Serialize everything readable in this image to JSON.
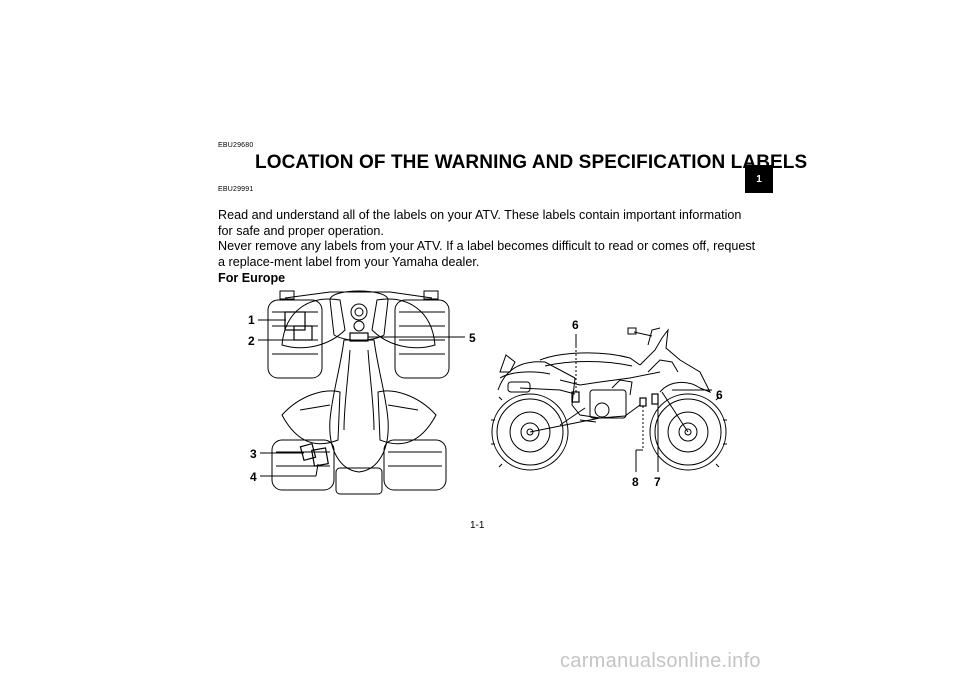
{
  "doc": {
    "code1": "EBU29680",
    "title": "LOCATION OF THE WARNING AND SPECIFICATION LABELS",
    "code2": "EBU29991",
    "para1": "Read and understand all of the labels on your ATV. These labels contain important information for safe and proper operation.",
    "para2": "Never remove any labels from your ATV. If a label becomes difficult to read or comes off, request a replace-ment label from your Yamaha dealer.",
    "subheading": "For Europe",
    "page_number": "1-1",
    "chapter_tab": "1"
  },
  "callouts_top": [
    "1",
    "2",
    "3",
    "4",
    "5"
  ],
  "callouts_side": [
    "6",
    "6",
    "7",
    "8"
  ],
  "watermark": "carmanualsonline.info"
}
